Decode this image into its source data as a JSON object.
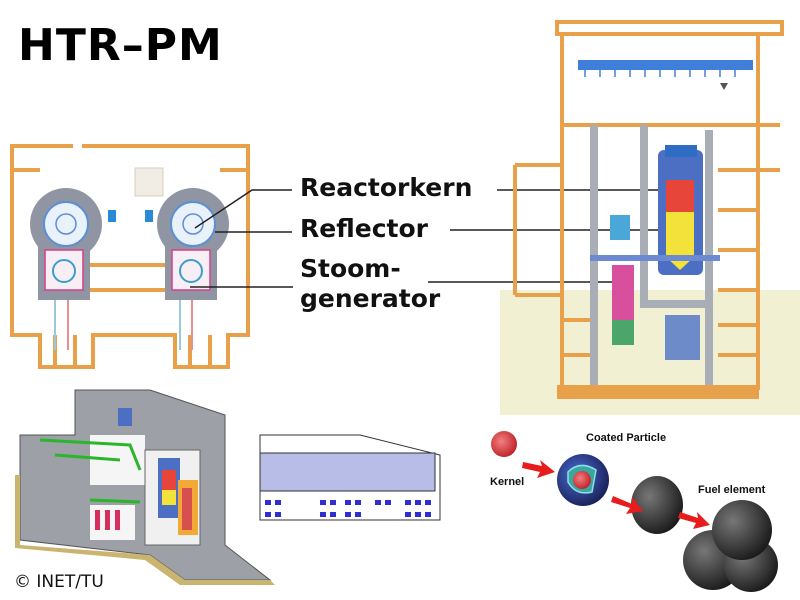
{
  "title": "HTR–PM",
  "labels": {
    "core": "Reactorkern",
    "reflector": "Reflector",
    "steam_generator_line1": "Stoom-",
    "steam_generator_line2": "generator"
  },
  "fuel": {
    "kernel": "Kernel",
    "coated_particle": "Coated Particle",
    "fuel_element": "Fuel element"
  },
  "copyright": "© INET/TU",
  "colors": {
    "structure": "#e8a14a",
    "vessel_gray": "#8f95a3",
    "core_red": "#e8453a",
    "core_yellow": "#f2e23a",
    "arrow_red": "#e81c1c",
    "ground": "#f1f0d2"
  }
}
